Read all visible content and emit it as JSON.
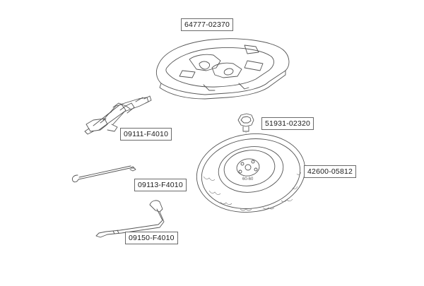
{
  "parts": {
    "tray": "64777-02370",
    "lug_nut": "51931-02320",
    "jack": "09111-F4010",
    "spare_tire": "42600-05812",
    "jack_handle": "09113-F4010",
    "wheel_wrench": "09150-F4010"
  },
  "tire": {
    "rim_marking": "60-60"
  }
}
